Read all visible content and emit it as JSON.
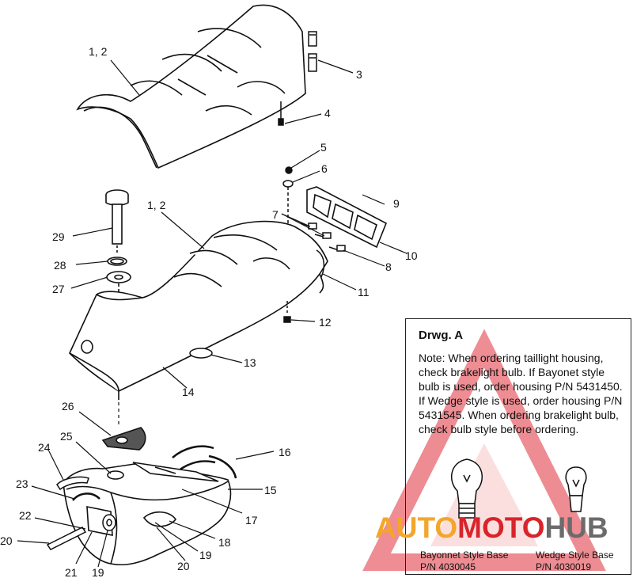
{
  "callouts": {
    "c1_2_top": "1, 2",
    "c3": "3",
    "c4": "4",
    "c5": "5",
    "c6": "6",
    "c1_2_mid": "1, 2",
    "c7": "7",
    "c9": "9",
    "c10": "10",
    "c8": "8",
    "c29": "29",
    "c28": "28",
    "c27": "27",
    "c11": "11",
    "c12": "12",
    "c13": "13",
    "c14": "14",
    "c26": "26",
    "c25": "25",
    "c24": "24",
    "c16": "16",
    "c23": "23",
    "c15": "15",
    "c17": "17",
    "c22": "22",
    "c18": "18",
    "c20_left": "20",
    "c19_right": "19",
    "c20_bottom": "20",
    "c21": "21",
    "c19_bottom": "19"
  },
  "note": {
    "title": "Drwg. A",
    "text": "Note: When ordering taillight housing, check brakelight bulb.  If Bayonet style bulb is  used, order housing P/N 5431450.  If Wedge style is used, order housing P/N 5431545.  When ordering brakelight bulb, check bulb style before ordering.",
    "bayonet_name": "Bayonnet Style Base",
    "bayonet_pn": "P/N 4030045",
    "wedge_name": "Wedge Style Base",
    "wedge_pn": "P/N 4030019"
  },
  "watermark": {
    "part1": "AUTO",
    "part2": "MOTO",
    "part3": "HUB",
    "color_orange": "#f4a62a",
    "color_red": "#d8242b",
    "color_gray": "#6b6b6b"
  }
}
